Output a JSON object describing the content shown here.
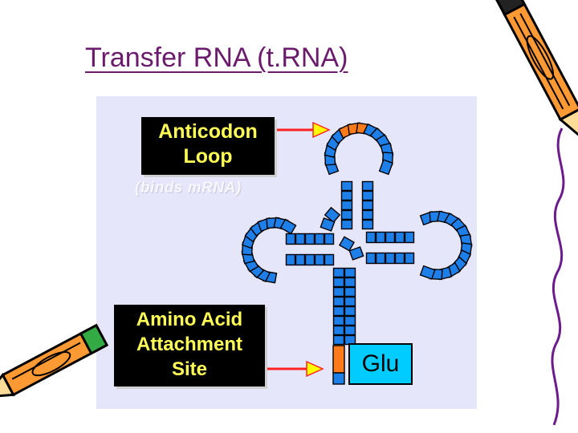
{
  "slide": {
    "title": "Transfer RNA (t.RNA)"
  },
  "diagram": {
    "anticodon_label": "Anticodon Loop",
    "anticodon_line1": "Anticodon",
    "anticodon_line2": "Loop",
    "binds_note": "(binds mRNA)",
    "amino_label_line1": "Amino Acid",
    "amino_label_line2": "Attachment",
    "amino_label_line3": "Site",
    "amino_acid": "Glu"
  },
  "colors": {
    "title": "#6b1b6b",
    "panel_background": "#e6e6fa",
    "label_background": "#000000",
    "label_text": "#ffff55",
    "arrow_red": "#ff2222",
    "arrow_yellow": "#ffff00",
    "nucleotide_blue": "#1f7fe8",
    "anticodon_orange": "#ff7a1a",
    "acceptor_orange": "#ff7a1a",
    "glu_cyan": "#00ccff"
  },
  "decorations": {
    "top_right": "pencil-icon",
    "bottom_left": "pencil-icon",
    "right_border": "squiggle-border"
  }
}
